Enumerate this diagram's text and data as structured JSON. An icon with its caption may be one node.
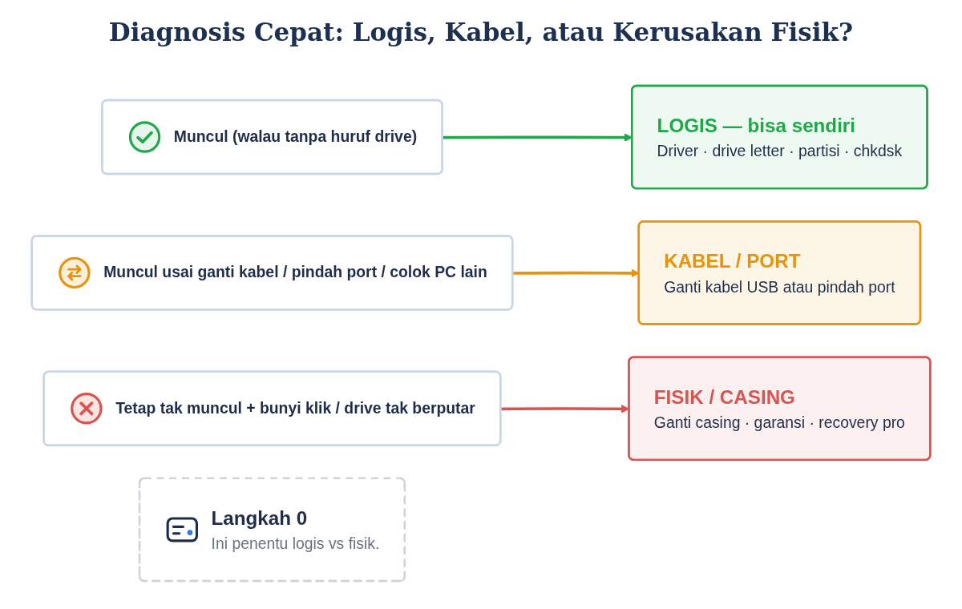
{
  "diagram": {
    "title": "Diagnosis Cepat: Logis, Kabel, atau Kerusakan Fisik?",
    "nodes": [
      {
        "text": [
          "Muncul (walau tanpa huruf drive)"
        ]
      },
      {
        "text": [
          "LOGIS — bisa sendiri",
          "Driver · drive letter · partisi · chkdsk"
        ]
      },
      {
        "text": [
          "Muncul usai ganti kabel / pindah port / colok PC lain"
        ]
      },
      {
        "text": [
          "KABEL / PORT",
          "Ganti kabel USB atau pindah port"
        ]
      },
      {
        "text": [
          "Tetap tak muncul + bunyi klik / drive tak berputar"
        ]
      },
      {
        "text": [
          "FISIK / CASING",
          "Ganti casing · garansi · recovery pro"
        ]
      },
      {
        "text": [
          "Langkah 0",
          "Ini penentu logis vs fisik."
        ]
      }
    ],
    "edges": [
      {
        "from": 0,
        "to": 1,
        "arrow": "to",
        "color": "#1fa84a"
      },
      {
        "from": 2,
        "to": 3,
        "arrow": "to",
        "color": "#e8930c"
      },
      {
        "from": 4,
        "to": 5,
        "arrow": "to",
        "color": "#d9534f"
      }
    ]
  }
}
